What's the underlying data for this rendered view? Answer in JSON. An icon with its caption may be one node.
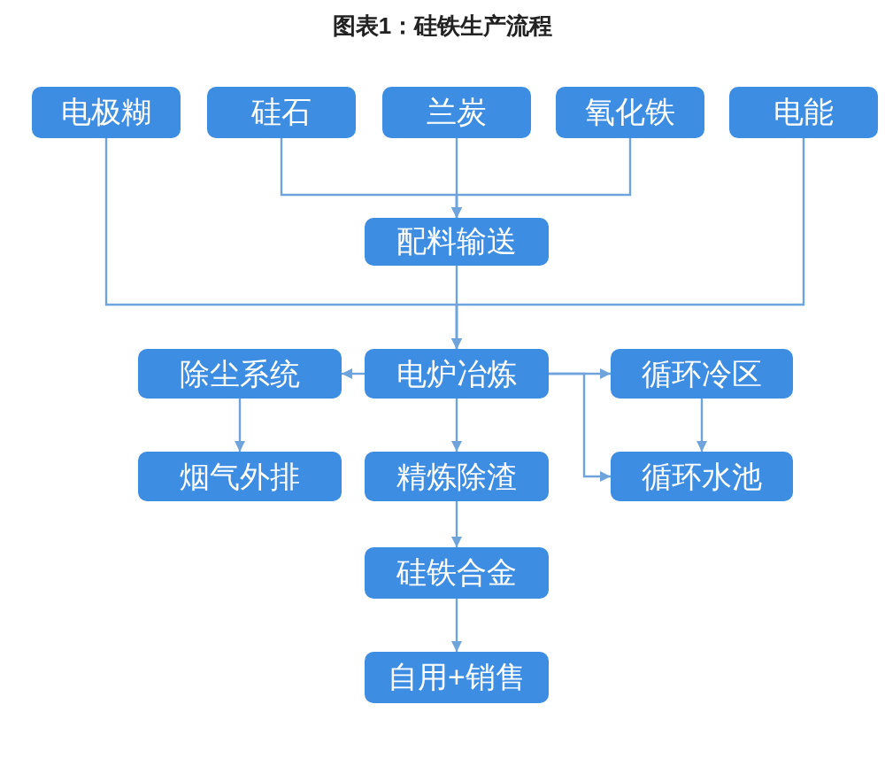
{
  "diagram": {
    "title": "图表1：硅铁生产流程",
    "nodes": [
      {
        "text": [
          "电极糊"
        ]
      },
      {
        "text": [
          "硅石"
        ]
      },
      {
        "text": [
          "兰炭"
        ]
      },
      {
        "text": [
          "氧化铁"
        ]
      },
      {
        "text": [
          "电能"
        ]
      },
      {
        "text": [
          "配料输送"
        ]
      },
      {
        "text": [
          "除尘系统"
        ]
      },
      {
        "text": [
          "电炉冶炼"
        ]
      },
      {
        "text": [
          "循环冷区"
        ]
      },
      {
        "text": [
          "烟气外排"
        ]
      },
      {
        "text": [
          "精炼除渣"
        ]
      },
      {
        "text": [
          "循环水池"
        ]
      },
      {
        "text": [
          "硅铁合金"
        ]
      },
      {
        "text": [
          "自用+销售"
        ]
      }
    ],
    "edges": [
      {
        "from": 1,
        "to": 5,
        "arrow": "to"
      },
      {
        "from": 2,
        "to": 5,
        "arrow": "to"
      },
      {
        "from": 3,
        "to": 5,
        "arrow": "to"
      },
      {
        "from": 0,
        "to": 7,
        "arrow": "to"
      },
      {
        "from": 4,
        "to": 7,
        "arrow": "to"
      },
      {
        "from": 5,
        "to": 7,
        "arrow": "to"
      },
      {
        "from": 7,
        "to": 6,
        "arrow": "to"
      },
      {
        "from": 7,
        "to": 8,
        "arrow": "to"
      },
      {
        "from": 7,
        "to": 11,
        "arrow": "to"
      },
      {
        "from": 6,
        "to": 9,
        "arrow": "to"
      },
      {
        "from": 8,
        "to": 11,
        "arrow": "to"
      },
      {
        "from": 7,
        "to": 10,
        "arrow": "to"
      },
      {
        "from": 10,
        "to": 12,
        "arrow": "to"
      },
      {
        "from": 12,
        "to": 13,
        "arrow": "to"
      }
    ]
  }
}
